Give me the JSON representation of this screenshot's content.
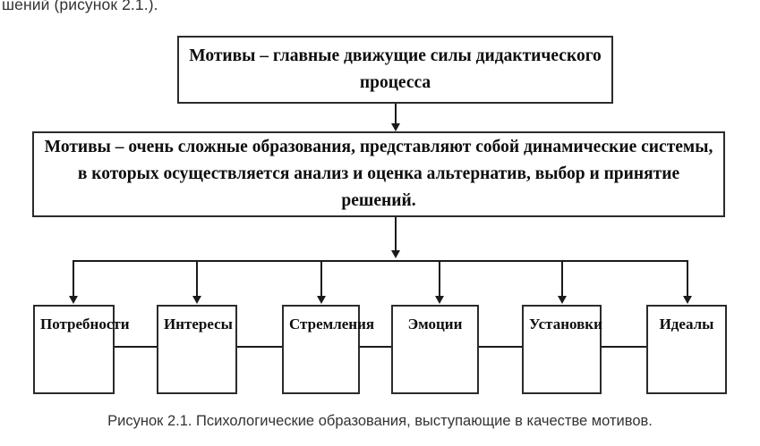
{
  "page": {
    "running_text": "шений (рисунок 2.1.).",
    "caption": "Рисунок 2.1. Психологические образования, выступающие в качестве мотивов.",
    "colors": {
      "background": "#ffffff",
      "box_border": "#2b2b2b",
      "connector": "#1a1a1a",
      "box_text": "#0d0d0d",
      "caption_text": "#333333"
    }
  },
  "diagram": {
    "title_box": {
      "text": "Мотивы – главные движущие силы дидактического процесса"
    },
    "definition_box": {
      "text": "Мотивы – очень сложные образования, представляют собой динамические системы, в которых осуществляется анализ и оценка альтернатив, выбор и принятие решений."
    },
    "leaves": [
      {
        "label": "Потребности"
      },
      {
        "label": "Интересы"
      },
      {
        "label": "Стремления"
      },
      {
        "label": "Эмоции"
      },
      {
        "label": "Установки"
      },
      {
        "label": "Идеалы"
      }
    ]
  }
}
